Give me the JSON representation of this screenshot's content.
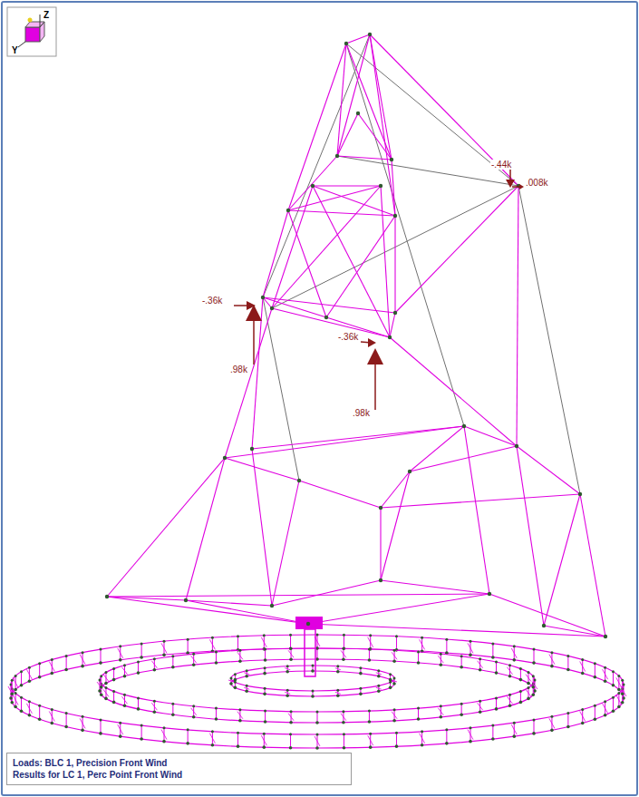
{
  "diagram": {
    "nodes": [
      {
        "text": [
          "Loads: BLC 1, Precision Front Wind",
          "Results for LC 1, Perc Point Front Wind"
        ]
      }
    ],
    "labels": [
      "Z",
      "Y",
      "-.44k",
      ".008k",
      "-.36k",
      ".98k",
      "-.36k",
      ".98k"
    ]
  }
}
